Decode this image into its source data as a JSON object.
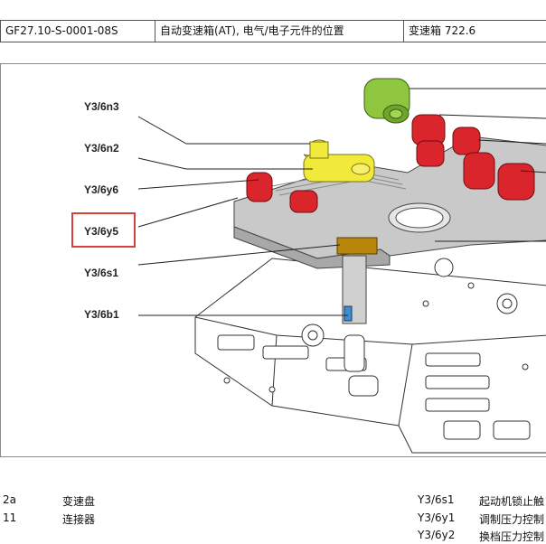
{
  "header": {
    "doc_code": "GF27.10-S-0001-08S",
    "title": "自动变速箱(AT), 电气/电子元件的位置",
    "model": "变速箱 722.6"
  },
  "figure": {
    "labels": [
      {
        "id": "y3-6n3",
        "text": "Y3/6n3"
      },
      {
        "id": "y3-6n2",
        "text": "Y3/6n2"
      },
      {
        "id": "y3-6y6",
        "text": "Y3/6y6"
      },
      {
        "id": "y3-6y5",
        "text": "Y3/6y5",
        "highlighted": true
      },
      {
        "id": "y3-6s1",
        "text": "Y3/6s1"
      },
      {
        "id": "y3-6b1",
        "text": "Y3/6b1"
      }
    ],
    "highlight_color": "#d9403a",
    "component_colors": {
      "connector": "#8ec63f",
      "solenoid": "#d9252b",
      "sensor_block": "#f2ea3b",
      "lock_switch": "#b8860b",
      "housing": "#c9c9c9"
    }
  },
  "legend": {
    "left": [
      {
        "code": "2a",
        "desc": "变速盘"
      },
      {
        "code": "11",
        "desc": "连接器"
      }
    ],
    "right": [
      {
        "code": "Y3/6s1",
        "desc": "起动机锁止触"
      },
      {
        "code": "Y3/6y1",
        "desc": "调制压力控制"
      },
      {
        "code": "Y3/6y2",
        "desc": "换档压力控制"
      }
    ]
  }
}
